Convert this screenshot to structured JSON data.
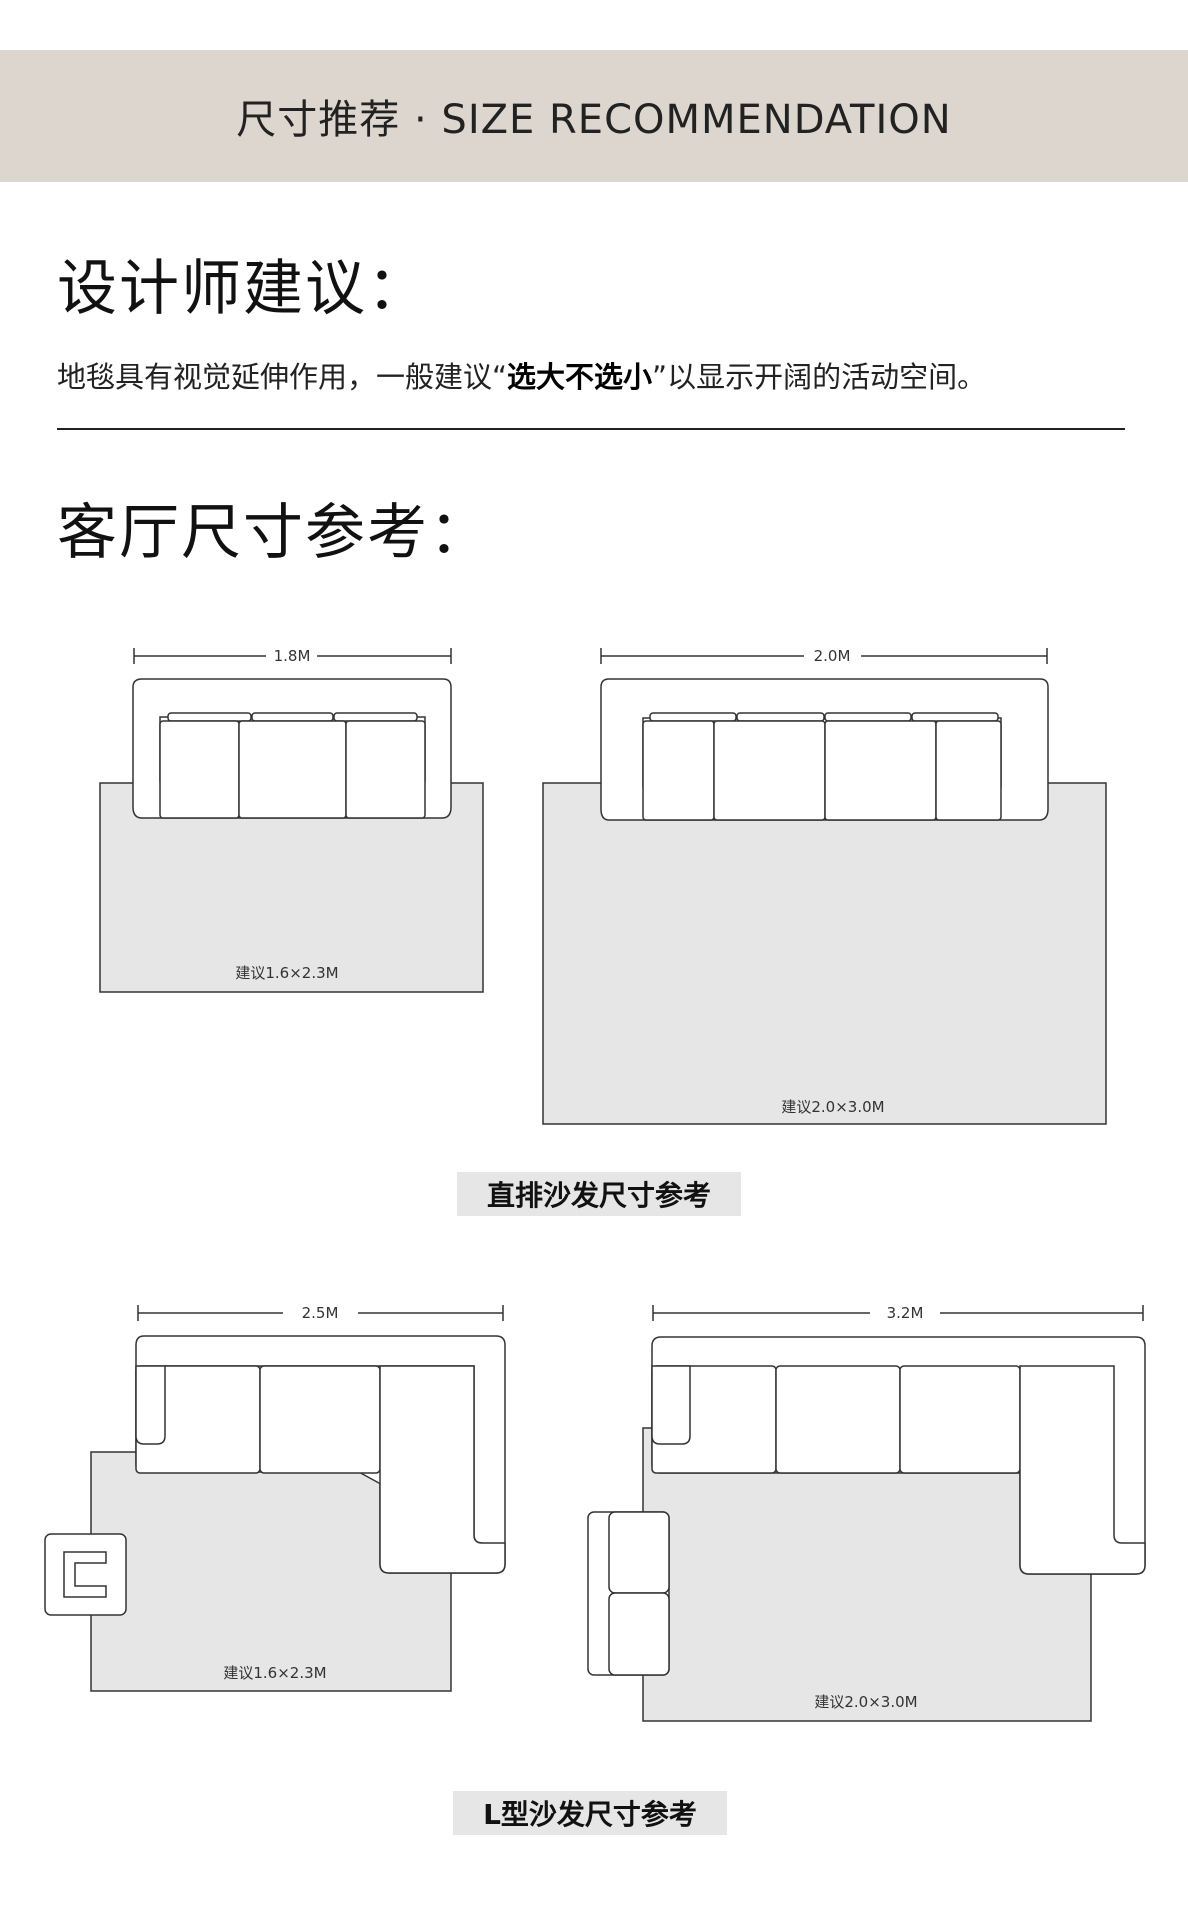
{
  "banner": {
    "title": "尺寸推荐 · SIZE RECOMMENDATION"
  },
  "designer": {
    "heading": "设计师建议：",
    "text_before": "地毯具有视觉延伸作用，一般建议“",
    "text_bold": "选大不选小",
    "text_after": "”以显示开阔的活动空间。"
  },
  "living_room": {
    "heading": "客厅尺寸参考："
  },
  "straight": {
    "caption": "直排沙发尺寸参考",
    "small": {
      "sofa_width": "1.8M",
      "rug": "建议1.6×2.3M"
    },
    "large": {
      "sofa_width": "2.0M",
      "rug": "建议2.0×3.0M"
    }
  },
  "lshape": {
    "caption": "L型沙发尺寸参考",
    "small": {
      "sofa_width": "2.5M",
      "rug": "建议1.6×2.3M"
    },
    "large": {
      "sofa_width": "3.2M",
      "rug": "建议2.0×3.0M"
    }
  },
  "colors": {
    "banner_bg": "#dcd6cf",
    "rug_fill": "#e6e6e6",
    "line": "#333333"
  }
}
